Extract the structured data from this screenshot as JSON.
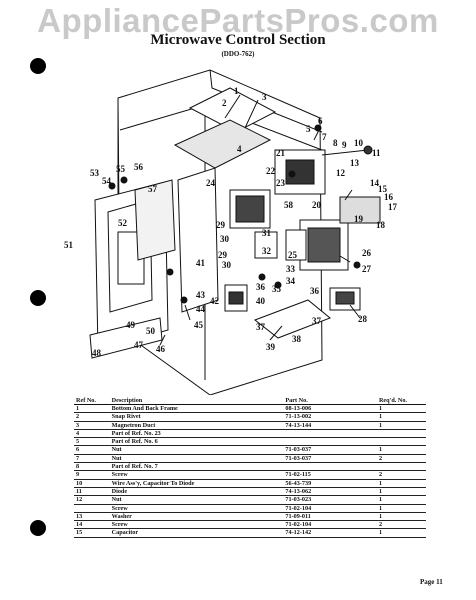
{
  "watermark": "AppliancePartsPros.com",
  "header": {
    "title": "Microwave Control Section",
    "subtitle": "(DDO-762)"
  },
  "callouts": {
    "c1": "1",
    "c2": "2",
    "c3": "3",
    "c4": "4",
    "c5": "5",
    "c6": "6",
    "c7": "7",
    "c8": "8",
    "c9": "9",
    "c10": "10",
    "c11": "11",
    "c12": "12",
    "c13": "13",
    "c14": "14",
    "c15": "15",
    "c16": "16",
    "c17": "17",
    "c18": "18",
    "c19": "19",
    "c20": "20",
    "c21": "21",
    "c22": "22",
    "c23": "23",
    "c24": "24",
    "c25": "25",
    "c26": "26",
    "c27": "27",
    "c28": "28",
    "c29": "29",
    "c29b": "29",
    "c30": "30",
    "c30b": "30",
    "c31": "31",
    "c32": "32",
    "c33": "33",
    "c34": "34",
    "c35": "35",
    "c36": "36",
    "c36b": "36",
    "c37": "37",
    "c37b": "37",
    "c38": "38",
    "c39": "39",
    "c40": "40",
    "c41": "41",
    "c42": "42",
    "c43": "43",
    "c44": "44",
    "c45": "45",
    "c46": "46",
    "c47": "47",
    "c48": "48",
    "c49": "49",
    "c50": "50",
    "c51": "51",
    "c52": "52",
    "c53": "53",
    "c54": "54",
    "c55": "55",
    "c56": "56",
    "c57": "57",
    "c58": "58"
  },
  "table": {
    "headers": {
      "ref": "Ref No.",
      "description": "Description",
      "part": "Part No.",
      "req": "Req'd. No."
    },
    "rows": [
      {
        "ref": "1",
        "description": "Bottom And Back Frame",
        "part": "08-13-006",
        "req": "1"
      },
      {
        "ref": "2",
        "description": "Snap Rivet",
        "part": "71-13-002",
        "req": "1"
      },
      {
        "ref": "3",
        "description": "Magnetron Duct",
        "part": "74-13-144",
        "req": "1"
      },
      {
        "ref": "4",
        "description": "Part of Ref. No. 23",
        "part": "",
        "req": ""
      },
      {
        "ref": "5",
        "description": "Part of Ref. No. 6",
        "part": "",
        "req": ""
      },
      {
        "ref": "6",
        "description": "Nut",
        "part": "71-03-037",
        "req": "1"
      },
      {
        "ref": "7",
        "description": "Nut",
        "part": "71-03-037",
        "req": "2"
      },
      {
        "ref": "8",
        "description": "Part of Ref. No. 7",
        "part": "",
        "req": ""
      },
      {
        "ref": "9",
        "description": "Screw",
        "part": "71-02-115",
        "req": "2"
      },
      {
        "ref": "10",
        "description": "Wire Ass'y, Capacitor To Diode",
        "part": "56-43-739",
        "req": "1"
      },
      {
        "ref": "11",
        "description": "Diode",
        "part": "74-13-062",
        "req": "1"
      },
      {
        "ref": "12",
        "description": "Nut",
        "part": "71-03-023",
        "req": "1"
      },
      {
        "ref": "",
        "description": "Screw",
        "part": "71-02-104",
        "req": "1"
      },
      {
        "ref": "13",
        "description": "Washer",
        "part": "71-09-011",
        "req": "1"
      },
      {
        "ref": "14",
        "description": "Screw",
        "part": "71-02-104",
        "req": "2"
      },
      {
        "ref": "15",
        "description": "Capacitor",
        "part": "74-12-142",
        "req": "1"
      }
    ]
  },
  "page_number": "Page 11"
}
